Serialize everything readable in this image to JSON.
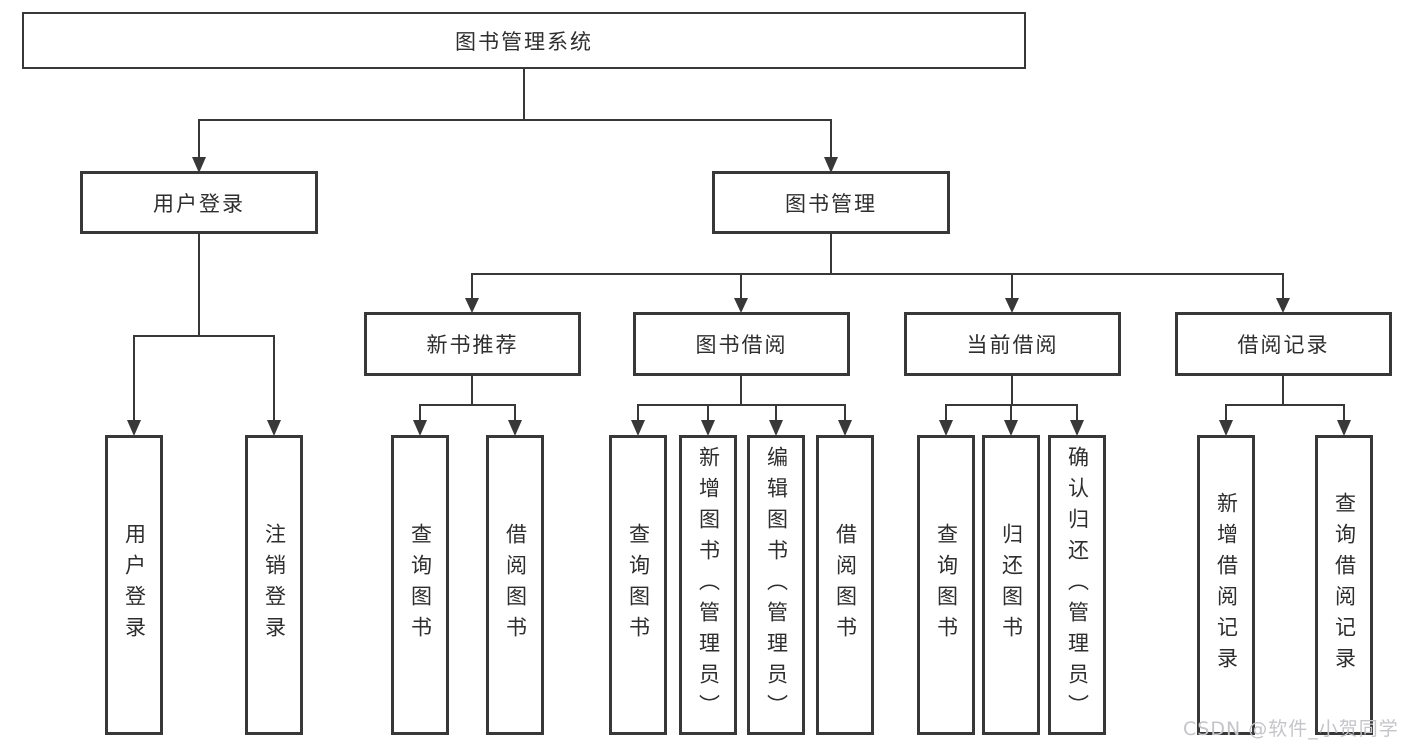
{
  "diagram_title": "图书管理系统",
  "tree": {
    "label": "图书管理系统",
    "children": [
      {
        "label": "用户登录",
        "children": [
          {
            "label": "用户登录"
          },
          {
            "label": "注销登录"
          }
        ]
      },
      {
        "label": "图书管理",
        "children": [
          {
            "label": "新书推荐",
            "children": [
              {
                "label": "查询图书"
              },
              {
                "label": "借阅图书"
              }
            ]
          },
          {
            "label": "图书借阅",
            "children": [
              {
                "label": "查询图书"
              },
              {
                "label": "新增图书（管理员）"
              },
              {
                "label": "编辑图书（管理员）"
              },
              {
                "label": "借阅图书"
              }
            ]
          },
          {
            "label": "当前借阅",
            "children": [
              {
                "label": "查询图书"
              },
              {
                "label": "归还图书"
              },
              {
                "label": "确认归还（管理员）"
              }
            ]
          },
          {
            "label": "借阅记录",
            "children": [
              {
                "label": "新增借阅记录"
              },
              {
                "label": "查询借阅记录"
              }
            ]
          }
        ]
      }
    ]
  },
  "watermark": {
    "text": "CSDN @软件_小贺同学"
  },
  "colors": {
    "line": "#383838",
    "box_border": "#383838",
    "text": "#2e2e2e",
    "background": "#ffffff",
    "watermark": "#c5c5c9"
  }
}
